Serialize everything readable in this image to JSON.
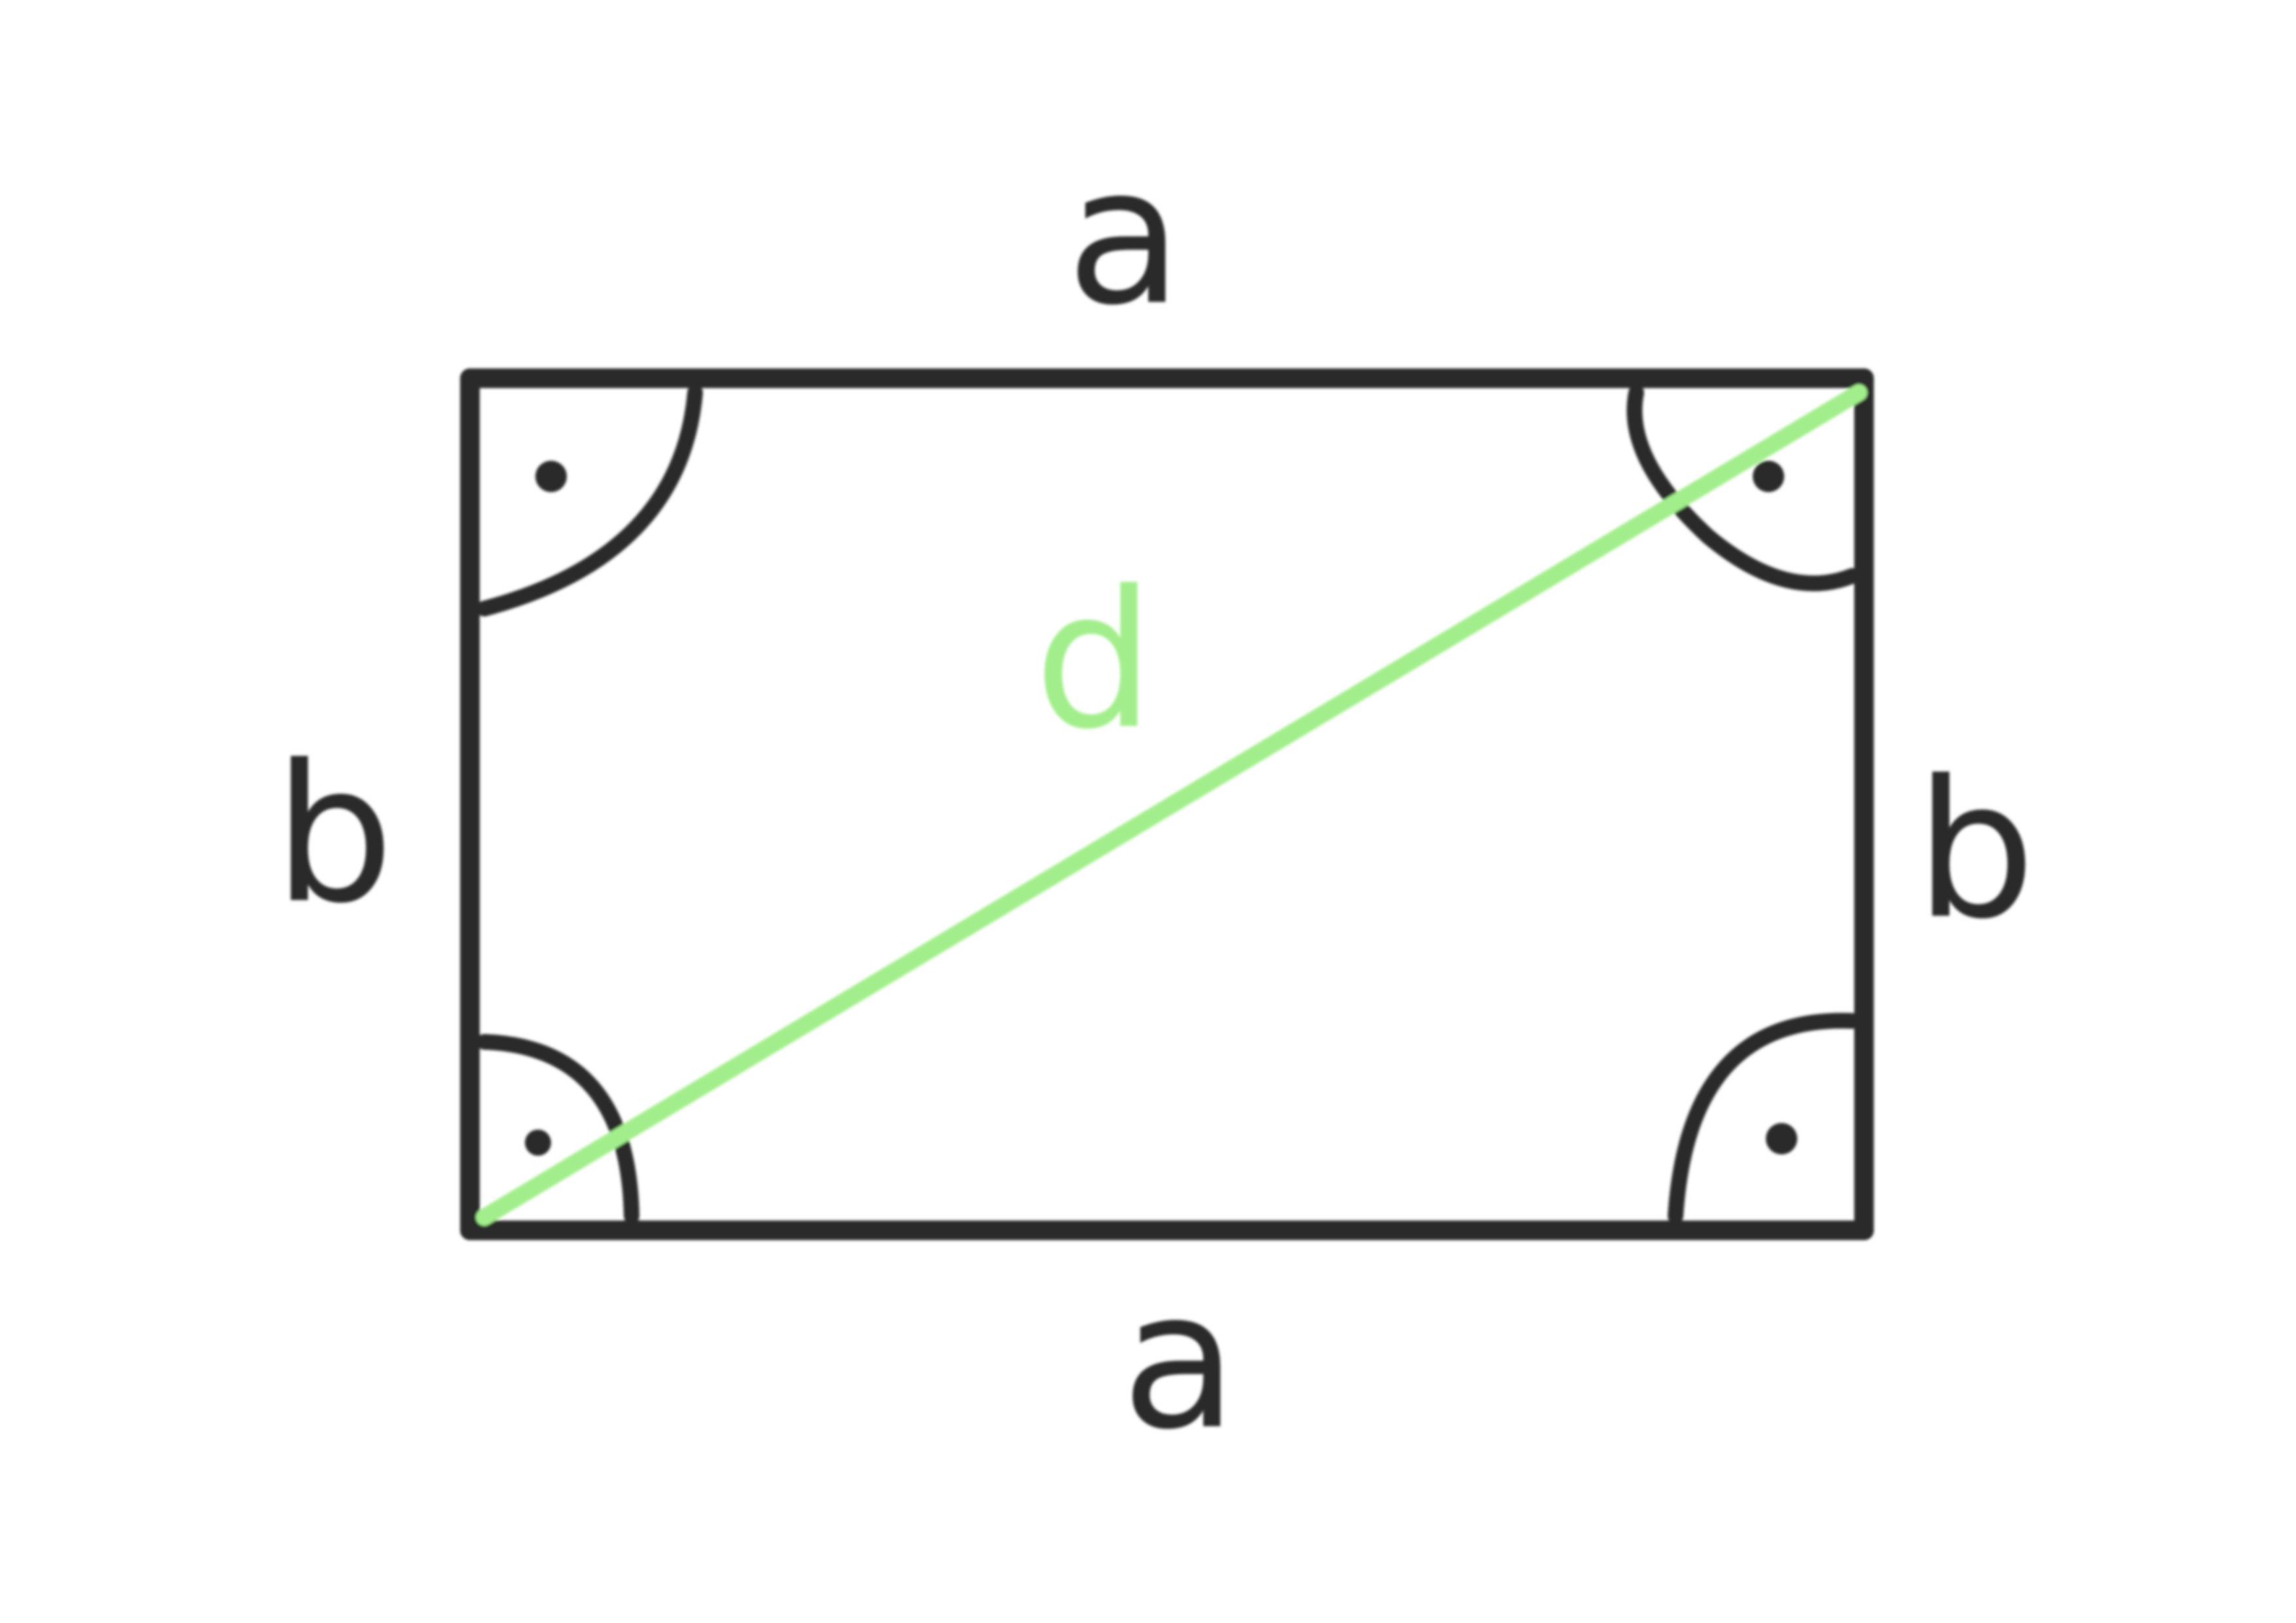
{
  "diagram": {
    "colors": {
      "edge": "#2b2b2b",
      "diagonal": "#a3ee8c",
      "background": "#ffffff"
    },
    "labels": {
      "top": "a",
      "bottom": "a",
      "left": "b",
      "right": "b",
      "diagonal": "d"
    },
    "right_angle_marks": [
      "top-left",
      "top-right",
      "bottom-left",
      "bottom-right"
    ]
  }
}
